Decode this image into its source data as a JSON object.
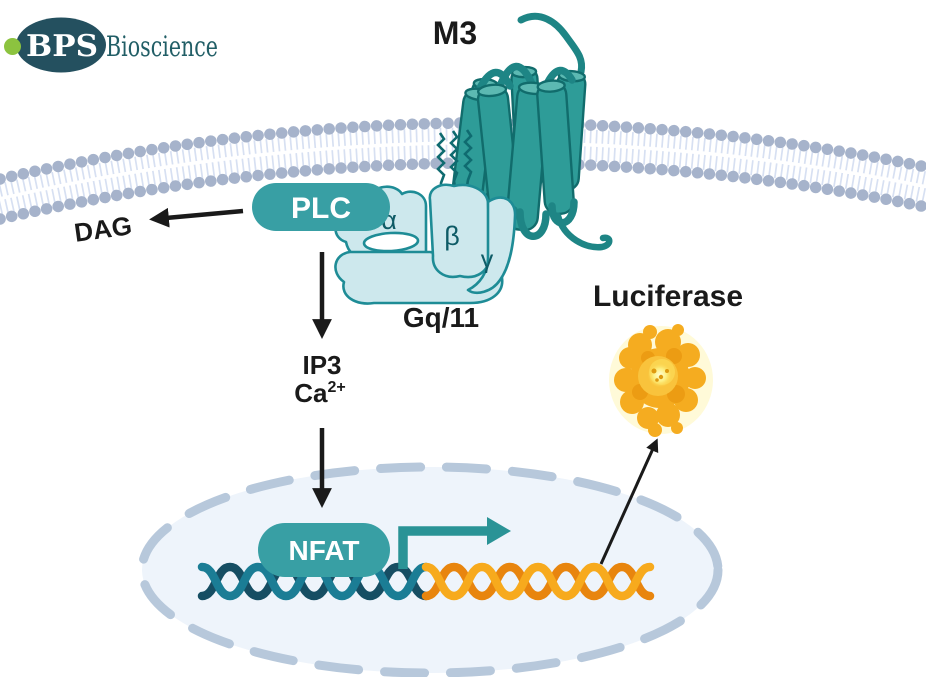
{
  "logo": {
    "bps": "BPS",
    "bioscience": "Bioscience"
  },
  "labels": {
    "receptor": "M3",
    "plc": "PLC",
    "dag": "DAG",
    "g_protein": "Gq/11",
    "alpha": "α",
    "beta": "β",
    "gamma": "γ",
    "ip3": "IP3",
    "ca_base": "Ca",
    "ca_sup": "2+",
    "nfat": "NFAT",
    "luciferase": "Luciferase"
  },
  "colors": {
    "receptor_teal": "#2E9C98",
    "receptor_outline": "#116C6C",
    "receptor_cap": "#5CB9B2",
    "pill": "#389FA4",
    "gprotein_fill": "#CDE8ED",
    "gprotein_stroke": "#1E8C96",
    "membrane_head": "#A6B3CB",
    "membrane_tail": "#D7E0F2",
    "nucleus_fill": "#EEF4FB",
    "nucleus_border": "#B7C8DB",
    "dna_teal_dark": "#164E63",
    "dna_teal_light": "#1B7D95",
    "dna_orange_dark": "#E8850E",
    "dna_orange_light": "#F7AA1D",
    "transcription_arrow": "#2A9396",
    "arrow_black": "#1A1A1A",
    "luciferase_orange": "#F5AC20",
    "luciferase_glow": "#FFF6B8",
    "logo_ellipse": "#24505F",
    "logo_green": "#8CC33F",
    "logo_text": "#215E66"
  }
}
